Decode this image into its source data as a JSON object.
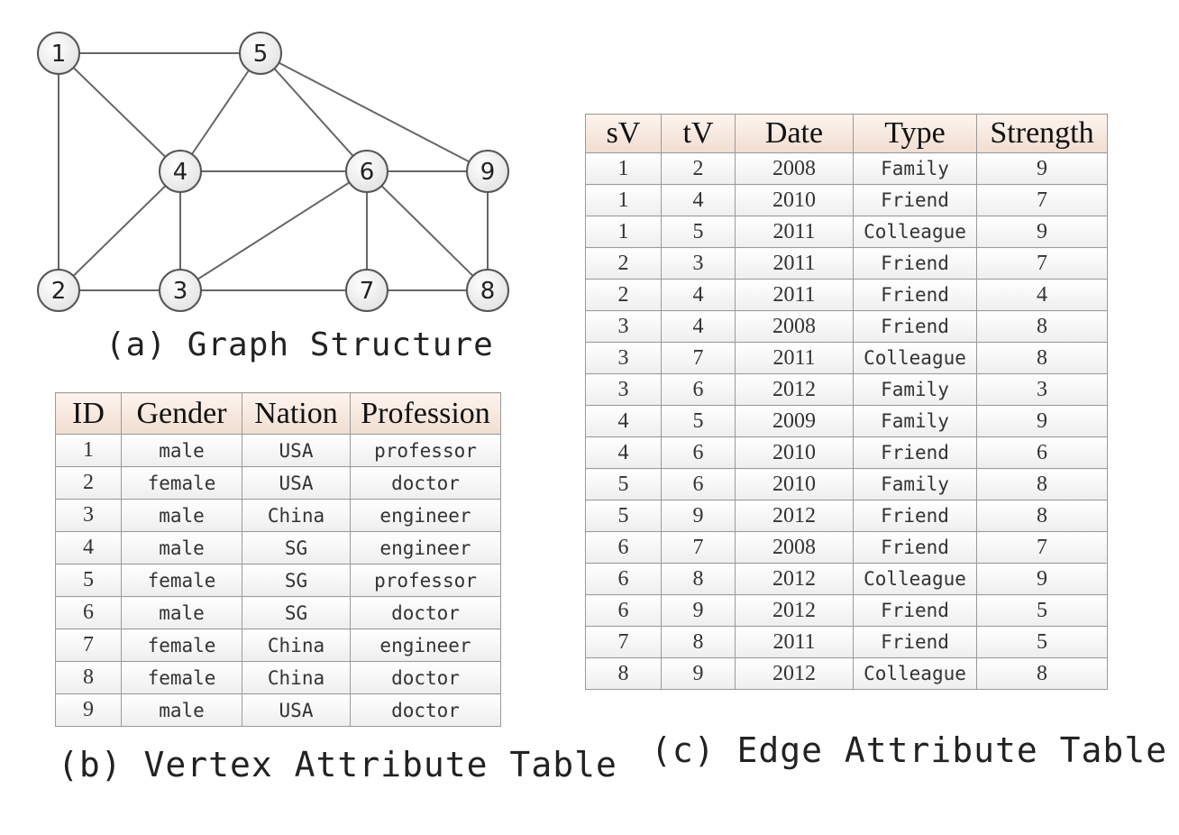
{
  "graph": {
    "caption": "(a) Graph Structure",
    "nodes": [
      "1",
      "2",
      "3",
      "4",
      "5",
      "6",
      "7",
      "8",
      "9"
    ],
    "edges": [
      [
        "1",
        "5"
      ],
      [
        "1",
        "2"
      ],
      [
        "1",
        "4"
      ],
      [
        "5",
        "4"
      ],
      [
        "5",
        "6"
      ],
      [
        "5",
        "9"
      ],
      [
        "4",
        "6"
      ],
      [
        "4",
        "3"
      ],
      [
        "4",
        "2"
      ],
      [
        "2",
        "3"
      ],
      [
        "3",
        "7"
      ],
      [
        "3",
        "6"
      ],
      [
        "6",
        "7"
      ],
      [
        "6",
        "9"
      ],
      [
        "6",
        "8"
      ],
      [
        "9",
        "8"
      ],
      [
        "7",
        "8"
      ]
    ]
  },
  "vertex_table": {
    "caption": "(b) Vertex Attribute Table",
    "headers": [
      "ID",
      "Gender",
      "Nation",
      "Profession"
    ],
    "rows": [
      [
        "1",
        "male",
        "USA",
        "professor"
      ],
      [
        "2",
        "female",
        "USA",
        "doctor"
      ],
      [
        "3",
        "male",
        "China",
        "engineer"
      ],
      [
        "4",
        "male",
        "SG",
        "engineer"
      ],
      [
        "5",
        "female",
        "SG",
        "professor"
      ],
      [
        "6",
        "male",
        "SG",
        "doctor"
      ],
      [
        "7",
        "female",
        "China",
        "engineer"
      ],
      [
        "8",
        "female",
        "China",
        "doctor"
      ],
      [
        "9",
        "male",
        "USA",
        "doctor"
      ]
    ]
  },
  "edge_table": {
    "caption": "(c) Edge Attribute Table",
    "headers": [
      "sV",
      "tV",
      "Date",
      "Type",
      "Strength"
    ],
    "rows": [
      [
        "1",
        "2",
        "2008",
        "Family",
        "9"
      ],
      [
        "1",
        "4",
        "2010",
        "Friend",
        "7"
      ],
      [
        "1",
        "5",
        "2011",
        "Colleague",
        "9"
      ],
      [
        "2",
        "3",
        "2011",
        "Friend",
        "7"
      ],
      [
        "2",
        "4",
        "2011",
        "Friend",
        "4"
      ],
      [
        "3",
        "4",
        "2008",
        "Friend",
        "8"
      ],
      [
        "3",
        "7",
        "2011",
        "Colleague",
        "8"
      ],
      [
        "3",
        "6",
        "2012",
        "Family",
        "3"
      ],
      [
        "4",
        "5",
        "2009",
        "Family",
        "9"
      ],
      [
        "4",
        "6",
        "2010",
        "Friend",
        "6"
      ],
      [
        "5",
        "6",
        "2010",
        "Family",
        "8"
      ],
      [
        "5",
        "9",
        "2012",
        "Friend",
        "8"
      ],
      [
        "6",
        "7",
        "2008",
        "Friend",
        "7"
      ],
      [
        "6",
        "8",
        "2012",
        "Colleague",
        "9"
      ],
      [
        "6",
        "9",
        "2012",
        "Friend",
        "5"
      ],
      [
        "7",
        "8",
        "2011",
        "Friend",
        "5"
      ],
      [
        "8",
        "9",
        "2012",
        "Colleague",
        "8"
      ]
    ]
  }
}
